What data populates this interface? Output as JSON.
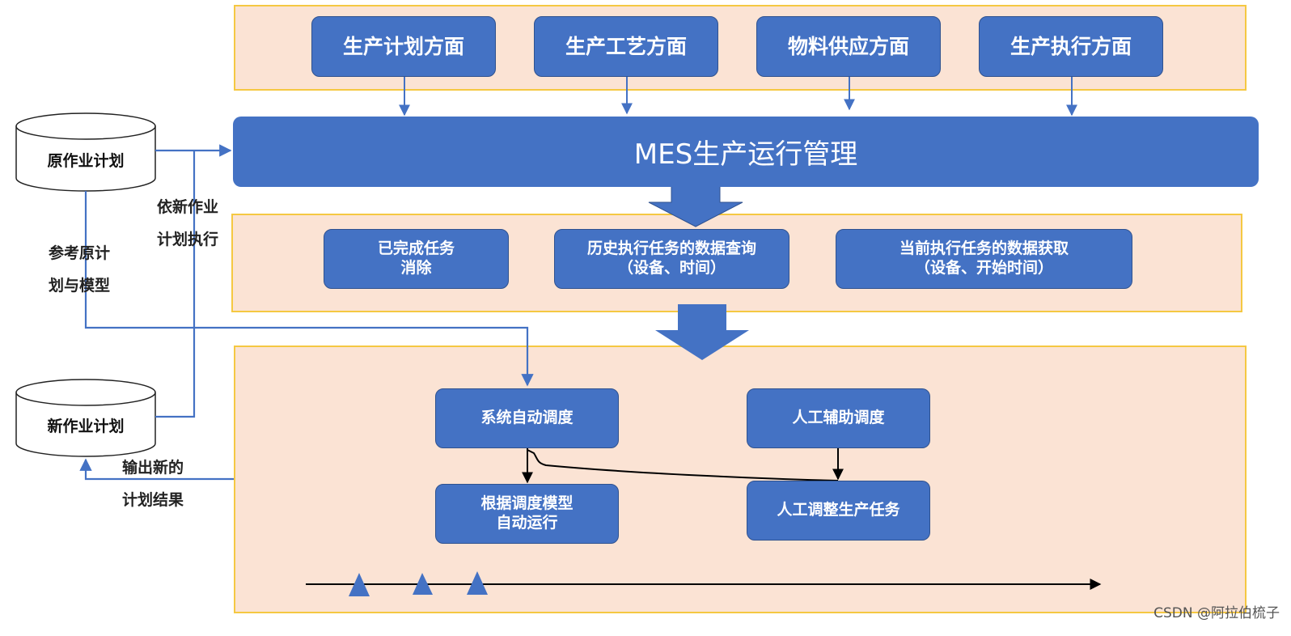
{
  "top_aspects": [
    "生产计划方面",
    "生产工艺方面",
    "物料供应方面",
    "生产执行方面"
  ],
  "mes_title": "MES生产运行管理",
  "middle_tasks": [
    "已完成任务\n消除",
    "历史执行任务的数据查询\n（设备、时间）",
    "当前执行任务的数据获取\n（设备、开始时间）"
  ],
  "scheduling": {
    "auto": "系统自动调度",
    "manual": "人工辅助调度",
    "auto_run": "根据调度模型\n自动运行",
    "manual_adjust": "人工调整生产任务"
  },
  "databases": {
    "original": "原作业计划",
    "new": "新作业计划"
  },
  "flow_labels": {
    "execute_new": "依新作业\n计划执行",
    "reference": "参考原计\n划与模型",
    "output": "输出新的\n计划结果"
  },
  "watermark": "CSDN @阿拉伯梳子",
  "colors": {
    "box_fill": "#4472c4",
    "panel_fill": "#fbe3d4",
    "panel_border": "#f5c842",
    "connector": "#4472c4"
  }
}
